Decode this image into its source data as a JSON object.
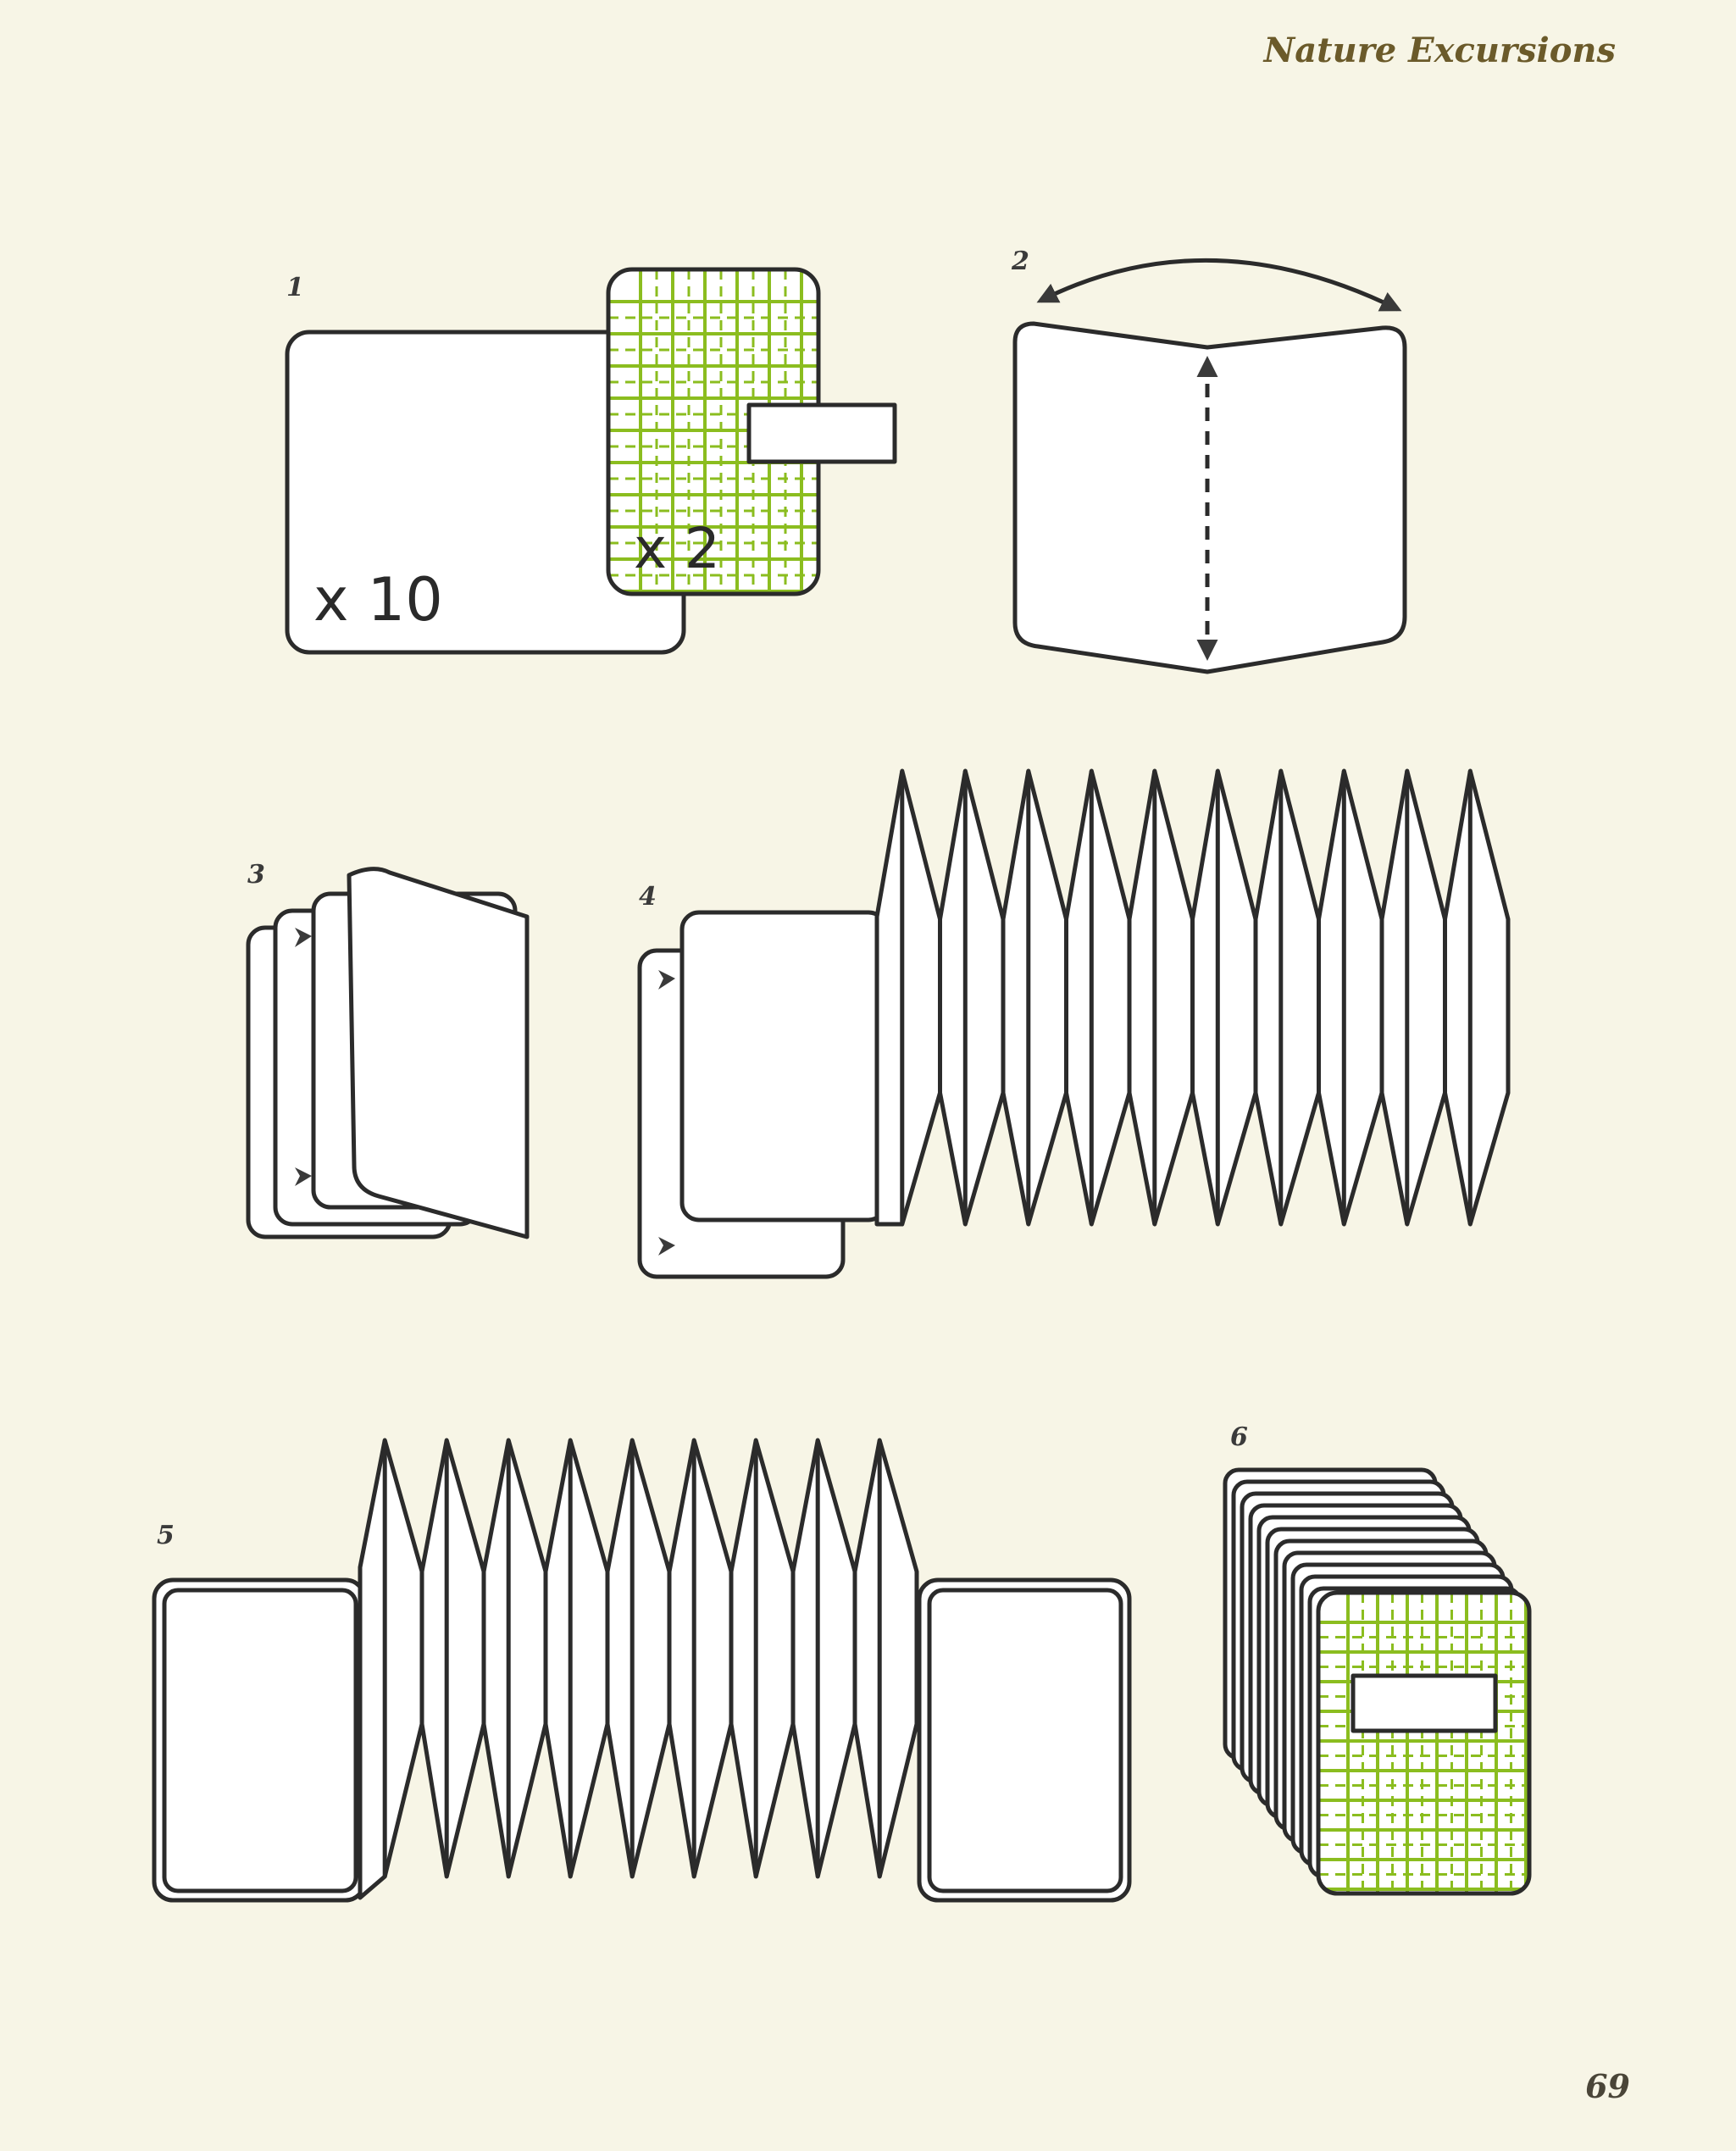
{
  "header": {
    "title": "Nature Excursions"
  },
  "page": {
    "number": "69"
  },
  "steps": [
    {
      "label": "1",
      "counts": [
        "x 10",
        "x 2"
      ]
    },
    {
      "label": "2"
    },
    {
      "label": "3"
    },
    {
      "label": "4"
    },
    {
      "label": "5"
    },
    {
      "label": "6"
    }
  ],
  "colors": {
    "paper": "#f7f5e6",
    "line": "#2b2b2b",
    "grid_green": "#8bbd1f",
    "header_text": "#6b5a2a"
  }
}
